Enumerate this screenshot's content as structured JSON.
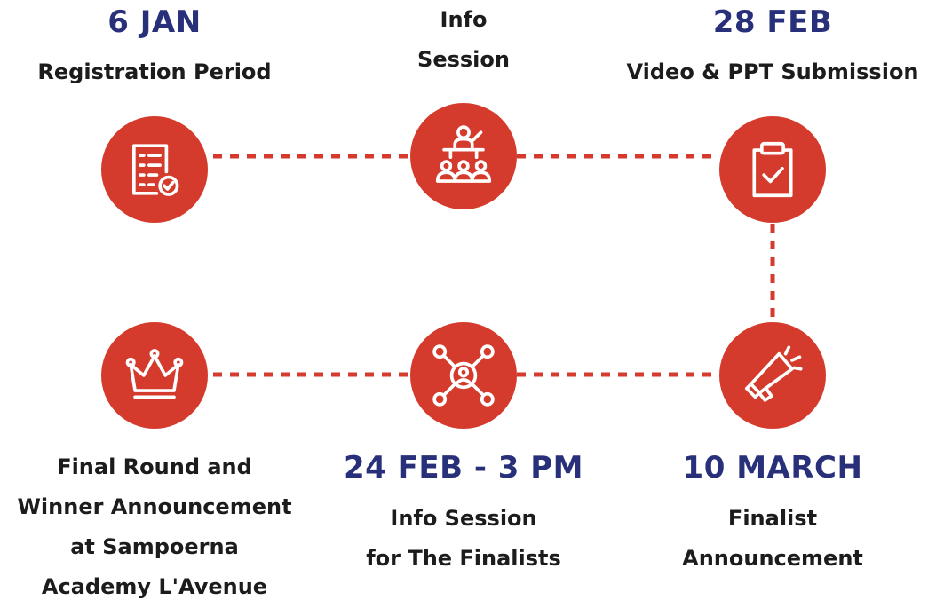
{
  "colors": {
    "accent": "#D53B2C",
    "date": "#28307A",
    "text": "#1c1c1c",
    "icon": "#ffffff"
  },
  "steps": [
    {
      "date": "6 JAN",
      "lines": [
        "Registration Period"
      ],
      "icon": "checklist-icon"
    },
    {
      "date": "",
      "lines": [
        "Info",
        "Session"
      ],
      "icon": "presentation-audience-icon"
    },
    {
      "date": "28 FEB",
      "lines": [
        "Video & PPT Submission"
      ],
      "icon": "clipboard-check-icon"
    },
    {
      "date": "10 MARCH",
      "lines": [
        "Finalist",
        "Announcement"
      ],
      "icon": "megaphone-icon"
    },
    {
      "date": "24 FEB - 3 PM",
      "lines": [
        "Info Session",
        "for The Finalists"
      ],
      "icon": "network-user-icon"
    },
    {
      "date": "",
      "lines": [
        "Final Round and",
        "Winner Announcement",
        "at Sampoerna",
        "Academy L'Avenue"
      ],
      "icon": "crown-icon"
    }
  ]
}
